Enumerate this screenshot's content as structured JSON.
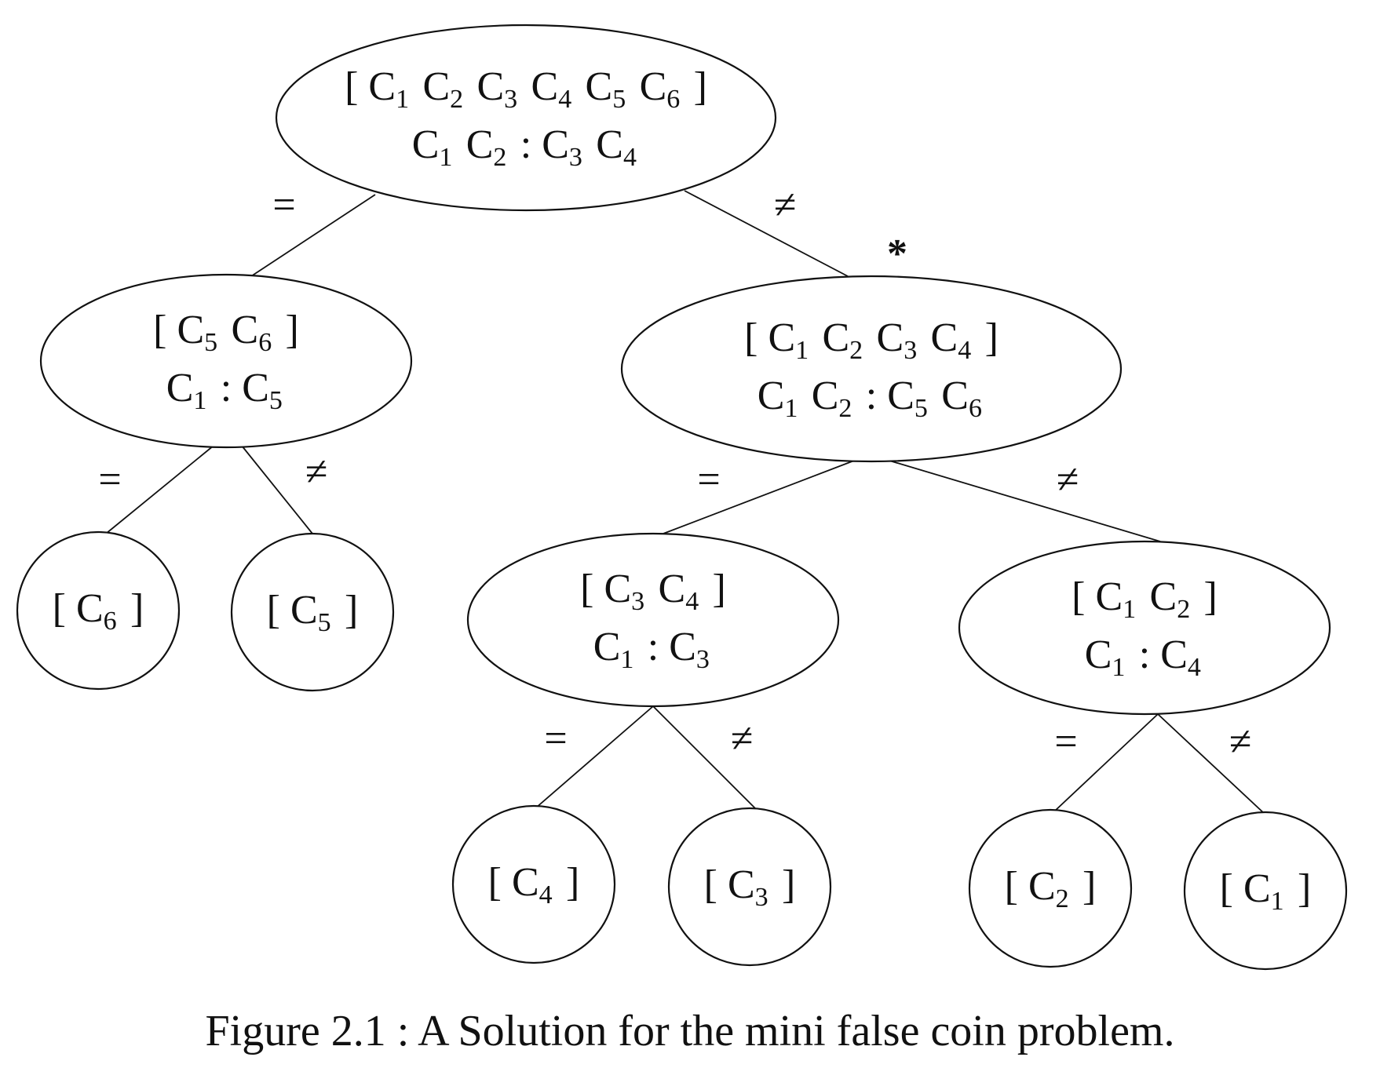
{
  "diagram": {
    "nodes": [
      {
        "id": "root",
        "shape": "ellipse",
        "lines": [
          "[ C1 C2 C3 C4 C5 C6 ]",
          "C1 C2 : C3 C4"
        ],
        "mark": ""
      },
      {
        "id": "n1",
        "shape": "ellipse",
        "lines": [
          "[ C5 C6 ]",
          "C1 : C5"
        ],
        "mark": ""
      },
      {
        "id": "n2",
        "shape": "ellipse",
        "lines": [
          "[ C1 C2 C3 C4 ]",
          "C1 C2 : C5 C6"
        ],
        "mark": "*"
      },
      {
        "id": "l6",
        "shape": "circle",
        "lines": [
          "[ C6 ]"
        ],
        "mark": ""
      },
      {
        "id": "l5",
        "shape": "circle",
        "lines": [
          "[ C5 ]"
        ],
        "mark": ""
      },
      {
        "id": "n3",
        "shape": "ellipse",
        "lines": [
          "[ C3 C4 ]",
          "C1 : C3"
        ],
        "mark": ""
      },
      {
        "id": "n4",
        "shape": "ellipse",
        "lines": [
          "[ C1 C2 ]",
          "C1 : C4"
        ],
        "mark": ""
      },
      {
        "id": "l4",
        "shape": "circle",
        "lines": [
          "[ C4 ]"
        ],
        "mark": ""
      },
      {
        "id": "l3",
        "shape": "circle",
        "lines": [
          "[ C3 ]"
        ],
        "mark": ""
      },
      {
        "id": "l2",
        "shape": "circle",
        "lines": [
          "[ C2 ]"
        ],
        "mark": ""
      },
      {
        "id": "l1",
        "shape": "circle",
        "lines": [
          "[ C1 ]"
        ],
        "mark": ""
      }
    ],
    "edges": [
      {
        "from": "root",
        "to": "n1",
        "label": "="
      },
      {
        "from": "root",
        "to": "n2",
        "label": "≠"
      },
      {
        "from": "n1",
        "to": "l6",
        "label": "="
      },
      {
        "from": "n1",
        "to": "l5",
        "label": "≠"
      },
      {
        "from": "n2",
        "to": "n3",
        "label": "="
      },
      {
        "from": "n2",
        "to": "n4",
        "label": "≠"
      },
      {
        "from": "n3",
        "to": "l4",
        "label": "="
      },
      {
        "from": "n3",
        "to": "l3",
        "label": "≠"
      },
      {
        "from": "n4",
        "to": "l2",
        "label": "="
      },
      {
        "from": "n4",
        "to": "l1",
        "label": "≠"
      }
    ]
  },
  "caption": "Figure 2.1 : A Solution for the mini false coin problem."
}
